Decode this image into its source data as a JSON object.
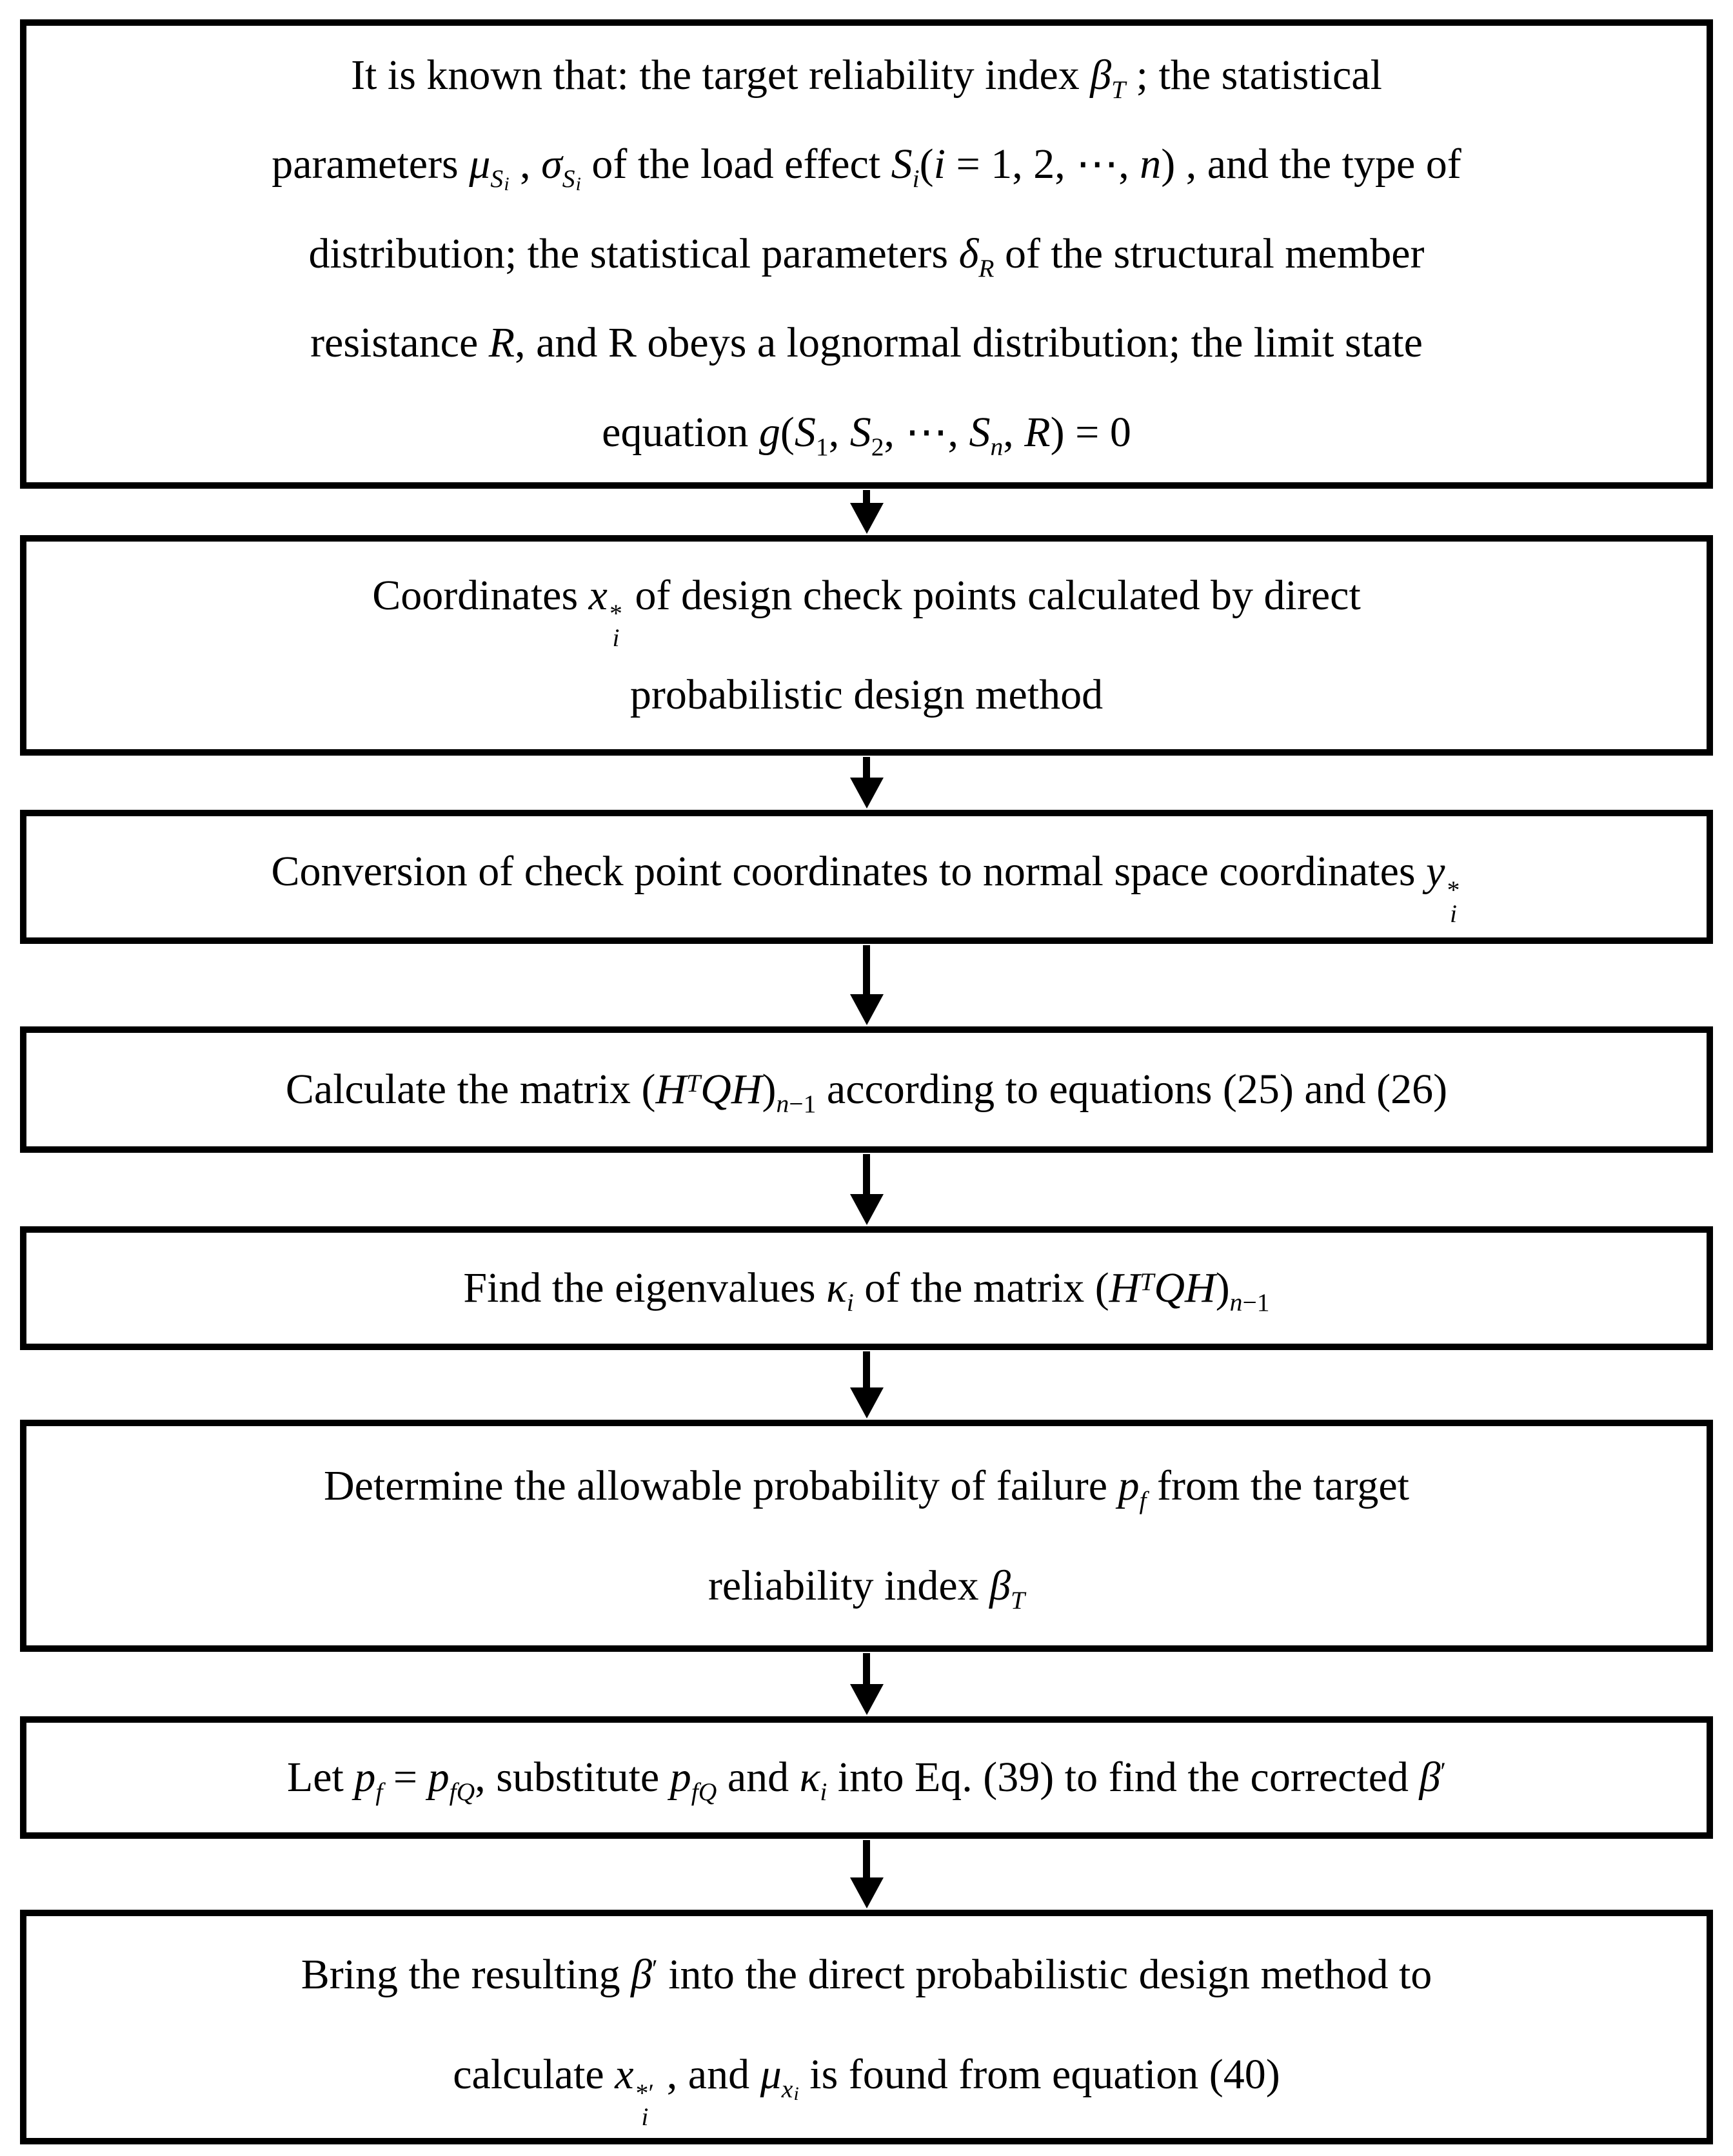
{
  "figure": {
    "type": "flowchart",
    "title": ""
  },
  "colors": {
    "text": "#000000",
    "border": "#000000",
    "background": "#ffffff"
  },
  "boxes": [
    {
      "name": "given-data",
      "lines": [
        [
          {
            "t": "It is known that: the target reliability index "
          },
          {
            "t": "β",
            "s": "i"
          },
          {
            "t": "T",
            "s": "i sub"
          },
          {
            "t": " ; the statistical"
          }
        ],
        [
          {
            "t": "parameters "
          },
          {
            "t": "μ",
            "s": "i"
          },
          {
            "t": "S",
            "s": "i sub"
          },
          {
            "t": "i",
            "s": "i sub2"
          },
          {
            "t": " , "
          },
          {
            "t": "σ",
            "s": "i"
          },
          {
            "t": "S",
            "s": "i sub"
          },
          {
            "t": "i",
            "s": "i sub2"
          },
          {
            "t": " of the load effect "
          },
          {
            "t": "S",
            "s": "i"
          },
          {
            "t": "i",
            "s": "i sub"
          },
          {
            "t": "("
          },
          {
            "t": "i",
            "s": "i"
          },
          {
            "t": " = 1, 2, ⋯, "
          },
          {
            "t": "n",
            "s": "i"
          },
          {
            "t": ")"
          },
          {
            "t": " , and the type of"
          }
        ],
        [
          {
            "t": "distribution; the statistical parameters "
          },
          {
            "t": "δ",
            "s": "i"
          },
          {
            "t": "R",
            "s": "i sub"
          },
          {
            "t": " of the structural member"
          }
        ],
        [
          {
            "t": "resistance "
          },
          {
            "t": "R",
            "s": "i"
          },
          {
            "t": ", and R obeys a lognormal distribution; the limit state"
          }
        ],
        [
          {
            "t": "equation "
          },
          {
            "t": "g",
            "s": "i"
          },
          {
            "t": "("
          },
          {
            "t": "S",
            "s": "i"
          },
          {
            "t": "1",
            "s": "sub"
          },
          {
            "t": ", "
          },
          {
            "t": "S",
            "s": "i"
          },
          {
            "t": "2",
            "s": "sub"
          },
          {
            "t": ", ⋯, "
          },
          {
            "t": "S",
            "s": "i"
          },
          {
            "t": "n",
            "s": "i sub"
          },
          {
            "t": ", "
          },
          {
            "t": "R",
            "s": "i"
          },
          {
            "t": ") = 0"
          }
        ]
      ]
    },
    {
      "name": "check-points",
      "lines": [
        [
          {
            "t": "Coordinates "
          },
          {
            "t": "x",
            "s": "i"
          },
          {
            "top": "*",
            "bot": "i"
          },
          {
            "t": " of design check points calculated by direct"
          }
        ],
        [
          {
            "t": "probabilistic design method"
          }
        ]
      ]
    },
    {
      "name": "normal-space-conversion",
      "lines": [
        [
          {
            "t": "Conversion of check point coordinates to normal space coordinates "
          },
          {
            "t": "y",
            "s": "i"
          },
          {
            "top": "*",
            "bot": "i"
          }
        ]
      ]
    },
    {
      "name": "matrix-calculation",
      "lines": [
        [
          {
            "t": "Calculate the matrix ("
          },
          {
            "t": "H",
            "s": "i"
          },
          {
            "t": "T",
            "s": "i sup"
          },
          {
            "t": "QH",
            "s": "i"
          },
          {
            "t": ")"
          },
          {
            "t": "n",
            "s": "i sub"
          },
          {
            "t": "−1",
            "s": "sub"
          },
          {
            "t": " according to equations (25) and (26)"
          }
        ]
      ]
    },
    {
      "name": "eigenvalues",
      "lines": [
        [
          {
            "t": "Find the eigenvalues "
          },
          {
            "t": "κ",
            "s": "i"
          },
          {
            "t": "i",
            "s": "i sub"
          },
          {
            "t": " of the matrix ("
          },
          {
            "t": "H",
            "s": "i"
          },
          {
            "t": "T",
            "s": "i sup"
          },
          {
            "t": "QH",
            "s": "i"
          },
          {
            "t": ")"
          },
          {
            "t": "n",
            "s": "i sub"
          },
          {
            "t": "−1",
            "s": "sub"
          }
        ]
      ]
    },
    {
      "name": "failure-probability",
      "lines": [
        [
          {
            "t": "Determine the allowable probability of failure "
          },
          {
            "t": "p",
            "s": "i"
          },
          {
            "t": "f",
            "s": "i sub"
          },
          {
            "t": " from the target"
          }
        ],
        [
          {
            "t": "reliability index "
          },
          {
            "t": "β",
            "s": "i"
          },
          {
            "t": "T",
            "s": "i sub"
          }
        ]
      ]
    },
    {
      "name": "corrected-beta",
      "lines": [
        [
          {
            "t": "Let "
          },
          {
            "t": "p",
            "s": "i"
          },
          {
            "t": "f",
            "s": "i sub"
          },
          {
            "t": " = "
          },
          {
            "t": "p",
            "s": "i"
          },
          {
            "t": "fQ",
            "s": "i sub"
          },
          {
            "t": ", substitute "
          },
          {
            "t": "p",
            "s": "i"
          },
          {
            "t": "fQ",
            "s": "i sub"
          },
          {
            "t": " and "
          },
          {
            "t": "κ",
            "s": "i"
          },
          {
            "t": "i",
            "s": "i sub"
          },
          {
            "t": " into Eq. (39) to find the corrected "
          },
          {
            "t": "β",
            "s": "i"
          },
          {
            "t": "′",
            "s": "sup"
          }
        ]
      ]
    },
    {
      "name": "final-calculation",
      "lines": [
        [
          {
            "t": "Bring the resulting "
          },
          {
            "t": "β",
            "s": "i"
          },
          {
            "t": "′",
            "s": "sup"
          },
          {
            "t": " into the direct probabilistic design method to"
          }
        ],
        [
          {
            "t": "calculate "
          },
          {
            "t": "x",
            "s": "i"
          },
          {
            "top": "*′",
            "bot": "i"
          },
          {
            "t": " , and "
          },
          {
            "t": "μ",
            "s": "i"
          },
          {
            "t": "x",
            "s": "i sub"
          },
          {
            "t": "i",
            "s": "i sub2"
          },
          {
            "t": " is found from equation (40)"
          }
        ]
      ]
    }
  ]
}
